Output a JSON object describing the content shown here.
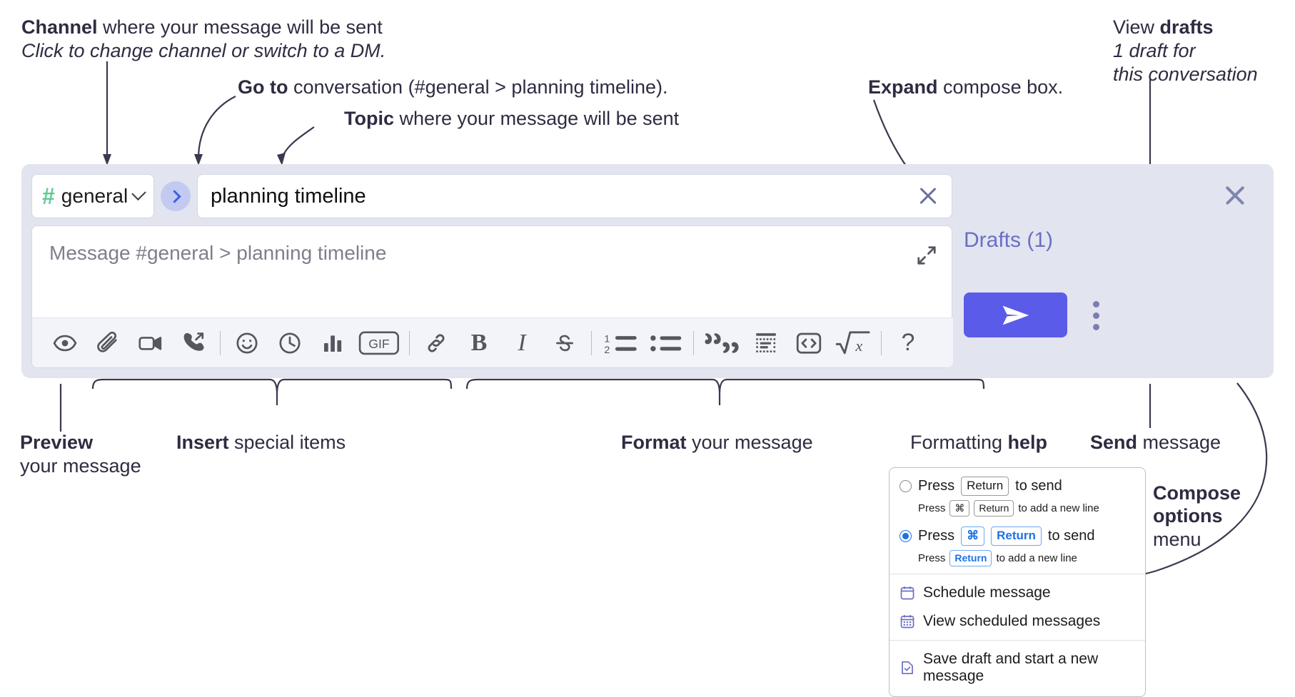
{
  "annotations": {
    "channel": {
      "bold": "Channel",
      "rest": " where your message will be sent",
      "italic": "Click to change channel or switch to a DM."
    },
    "goto": {
      "bold": "Go to",
      "rest": " conversation (#general > planning timeline)."
    },
    "topic": {
      "bold": "Topic",
      "rest": " where your message will be sent"
    },
    "expand": {
      "bold": "Expand",
      "rest": " compose box."
    },
    "drafts": {
      "prefix": "View ",
      "bold": "drafts",
      "italic1": "1 draft for",
      "italic2": "this conversation"
    },
    "preview": {
      "bold": "Preview",
      "line2": "your message"
    },
    "insert": {
      "bold": "Insert",
      "rest": " special items"
    },
    "format": {
      "bold": "Format",
      "rest": " your message"
    },
    "help": {
      "prefix": "Formatting ",
      "bold": "help"
    },
    "send": {
      "bold": "Send",
      "rest": " message"
    },
    "compose_options": {
      "bold1": "Compose",
      "bold2": "options",
      "rest": "menu"
    }
  },
  "compose": {
    "channel_label": "general",
    "hash_symbol": "#",
    "topic_value": "planning timeline",
    "message_placeholder": "Message #general > planning timeline",
    "drafts_label": "Drafts (1)"
  },
  "toolbar": {
    "items": [
      {
        "name": "preview-icon",
        "label": "Preview"
      },
      {
        "name": "attachment-icon",
        "label": "Attach file"
      },
      {
        "name": "video-camera-icon",
        "label": "Record video"
      },
      {
        "name": "phone-forward-icon",
        "label": "Call"
      },
      {
        "name": "emoji-icon",
        "label": "Emoji"
      },
      {
        "name": "clock-icon",
        "label": "Reminder"
      },
      {
        "name": "poll-icon",
        "label": "Poll"
      },
      {
        "name": "gif-icon",
        "label": "GIF"
      },
      {
        "name": "link-icon",
        "label": "Link"
      },
      {
        "name": "bold-icon",
        "label": "B"
      },
      {
        "name": "italic-icon",
        "label": "I"
      },
      {
        "name": "strikethrough-icon",
        "label": "S"
      },
      {
        "name": "ordered-list-icon",
        "label": "Numbered list"
      },
      {
        "name": "bullet-list-icon",
        "label": "Bulleted list"
      },
      {
        "name": "blockquote-icon",
        "label": "Quote"
      },
      {
        "name": "code-block-icon",
        "label": "Code block"
      },
      {
        "name": "inline-code-icon",
        "label": "Code"
      },
      {
        "name": "math-icon",
        "label": "Math"
      },
      {
        "name": "help-icon",
        "label": "?"
      }
    ],
    "gif_label": "GIF",
    "bold_label": "B",
    "italic_label": "I",
    "strike_label": "S",
    "help_label": "?"
  },
  "options_menu": {
    "option1": {
      "pre": "Press",
      "key": "Return",
      "post": "to send",
      "sub_pre": "Press",
      "sub_key1": "⌘",
      "sub_key2": "Return",
      "sub_post": "to add a new line",
      "selected": false
    },
    "option2": {
      "pre": "Press",
      "key1": "⌘",
      "key2": "Return",
      "post": "to send",
      "sub_pre": "Press",
      "sub_key": "Return",
      "sub_post": "to add a new line",
      "selected": true
    },
    "items": [
      {
        "name": "schedule-message",
        "label": "Schedule message",
        "icon": "calendar-icon"
      },
      {
        "name": "view-scheduled-messages",
        "label": "View scheduled messages",
        "icon": "calendar-grid-icon"
      },
      {
        "name": "save-draft",
        "label": "Save draft and start a new message",
        "icon": "draft-check-icon"
      }
    ]
  },
  "colors": {
    "accent_purple": "#5b5bea",
    "panel_bg": "#e2e4f0",
    "hash_green": "#5fcb93",
    "goto_blue": "#3f5fe0",
    "drafts_text": "#6a6fc4",
    "ink": "#2e2c41",
    "radio_blue": "#1b72e8"
  }
}
